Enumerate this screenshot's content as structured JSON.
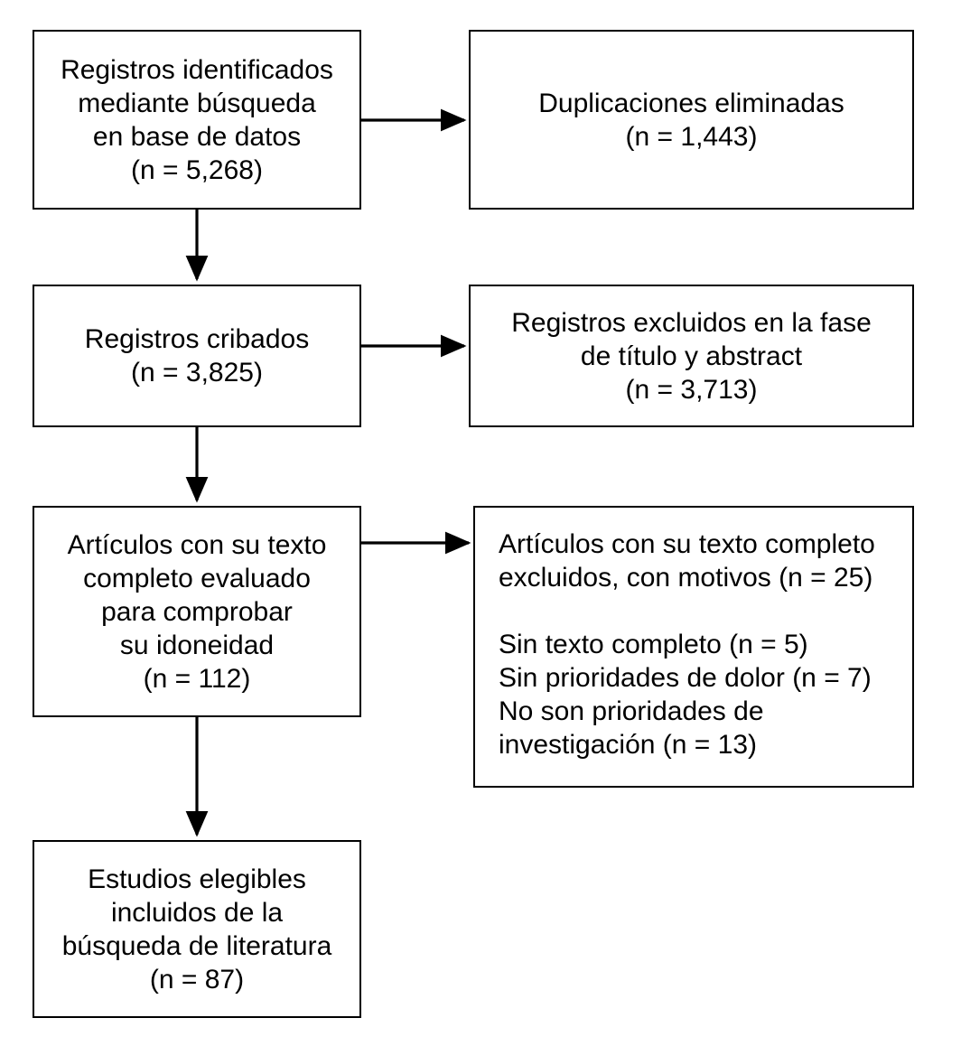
{
  "diagram": {
    "type": "prisma-flow-diagram",
    "language": "es",
    "colors": {
      "stroke": "#000000",
      "background": "#ffffff",
      "text": "#000000"
    },
    "boxes": {
      "identified": {
        "name": "records-identified",
        "lines": [
          "Registros identificados",
          "mediante búsqueda",
          "en base de datos",
          "(n = 5,268)"
        ],
        "n": "5,268"
      },
      "duplicates": {
        "name": "duplicates-removed",
        "lines": [
          "Duplicaciones eliminadas",
          "(n = 1,443)"
        ],
        "n": "1,443"
      },
      "screened": {
        "name": "records-screened",
        "lines": [
          "Registros cribados",
          "(n = 3,825)"
        ],
        "n": "3,825"
      },
      "excluded_title_abstract": {
        "name": "records-excluded-title-abstract",
        "lines": [
          "Registros excluidos en la fase",
          "de título y abstract",
          "(n = 3,713)"
        ],
        "n": "3,713"
      },
      "fulltext_assessed": {
        "name": "fulltext-assessed",
        "lines": [
          "Artículos con su texto",
          "completo evaluado",
          "para comprobar",
          "su idoneidad",
          "(n = 112)"
        ],
        "n": "112"
      },
      "fulltext_excluded": {
        "name": "fulltext-excluded-with-reasons",
        "lines": [
          "Artículos con su texto completo",
          "excluidos, con motivos (n = 25)",
          "",
          "Sin texto completo (n = 5)",
          "Sin prioridades de dolor (n = 7)",
          "No son prioridades de",
          "investigación (n = 13)"
        ],
        "n": "25",
        "reasons": [
          {
            "label": "Sin texto completo",
            "n": "5"
          },
          {
            "label": "Sin prioridades de dolor",
            "n": "7"
          },
          {
            "label": "No son prioridades de investigación",
            "n": "13"
          }
        ]
      },
      "included": {
        "name": "studies-included",
        "lines": [
          "Estudios elegibles",
          "incluidos de la",
          "búsqueda de literatura",
          "(n = 87)"
        ],
        "n": "87"
      }
    },
    "connectors": [
      {
        "name": "arrow-identified-to-duplicates",
        "direction": "right"
      },
      {
        "name": "arrow-identified-to-screened",
        "direction": "down"
      },
      {
        "name": "arrow-screened-to-excluded-title-abstract",
        "direction": "right"
      },
      {
        "name": "arrow-screened-to-fulltext",
        "direction": "down"
      },
      {
        "name": "arrow-fulltext-to-excluded-reasons",
        "direction": "right"
      },
      {
        "name": "arrow-fulltext-to-included",
        "direction": "down"
      }
    ]
  }
}
